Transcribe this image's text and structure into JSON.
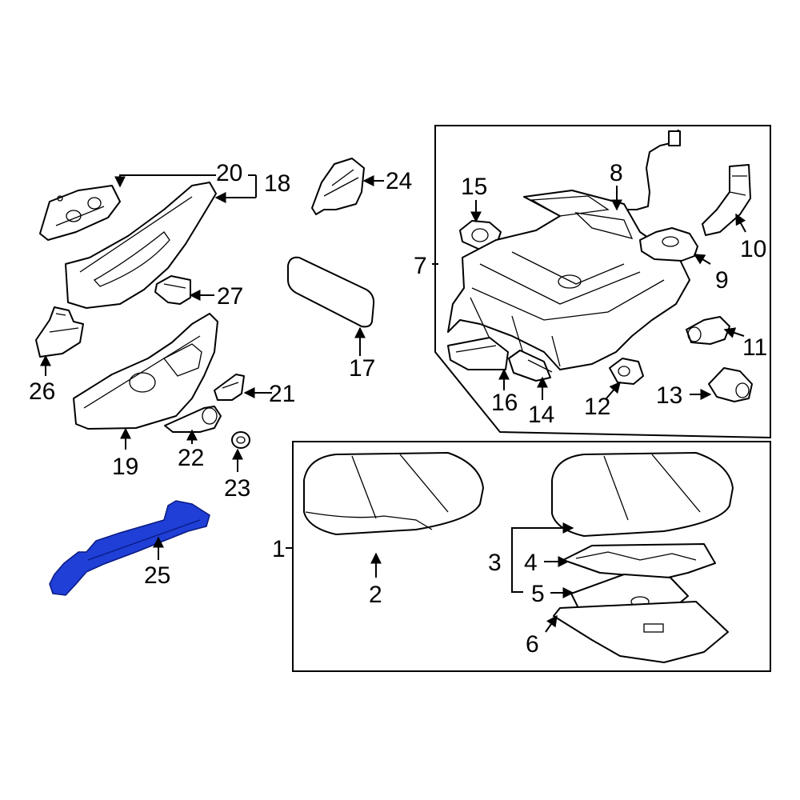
{
  "callouts": {
    "c1": "1",
    "c2": "2",
    "c3": "3",
    "c4": "4",
    "c5": "5",
    "c6": "6",
    "c7": "7",
    "c8": "8",
    "c9": "9",
    "c10": "10",
    "c11": "11",
    "c12": "12",
    "c13": "13",
    "c14": "14",
    "c15": "15",
    "c16": "16",
    "c17": "17",
    "c18": "18",
    "c19": "19",
    "c20": "20",
    "c21": "21",
    "c22": "22",
    "c23": "23",
    "c24": "24",
    "c25": "25",
    "c26": "26",
    "c27": "27"
  },
  "highlight": {
    "part": "25",
    "color": "#1f3fd6"
  }
}
